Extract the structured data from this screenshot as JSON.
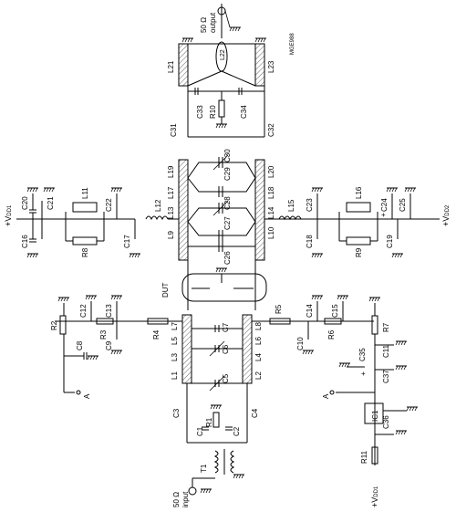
{
  "figure_code": "MGE988",
  "ports": {
    "output_line1": "50 Ω",
    "output_line2": "output",
    "input_line1": "50 Ω",
    "input_line2": "input"
  },
  "supplies": {
    "vdd1_left": "+V",
    "vdd1_left_sub": "DD1",
    "vdd2_right": "+V",
    "vdd2_right_sub": "DD2",
    "vdd1_bottom": "+V",
    "vdd1_bottom_sub": "DD1"
  },
  "nodes": {
    "a_left": "A",
    "a_right": "A"
  },
  "devices": {
    "dut": "DUT",
    "ic": "IC1",
    "transformer_in": "T1",
    "transformer_out": "L22"
  },
  "strips": [
    "L21",
    "L23",
    "L19",
    "L20",
    "L17",
    "L18",
    "L13",
    "L14",
    "L9",
    "L10",
    "L7",
    "L8",
    "L5",
    "L6",
    "L3",
    "L4",
    "L1",
    "L2"
  ],
  "inductors": [
    "L11",
    "L12",
    "L15",
    "L16"
  ],
  "resistors": [
    "R1",
    "R2",
    "R3",
    "R4",
    "R5",
    "R6",
    "R7",
    "R8",
    "R9",
    "R10",
    "R11"
  ],
  "capacitors": [
    "C1",
    "C2",
    "C3",
    "C4",
    "C5",
    "C6",
    "C7",
    "C8",
    "C9",
    "C10",
    "C11",
    "C12",
    "C13",
    "C14",
    "C15",
    "C16",
    "C17",
    "C18",
    "C19",
    "C20",
    "C21",
    "C22",
    "C23",
    "C24",
    "C25",
    "C26",
    "C27",
    "C28",
    "C29",
    "C30",
    "C31",
    "C32",
    "C33",
    "C34",
    "C35",
    "C36",
    "C37"
  ],
  "polarity_mark": "+"
}
